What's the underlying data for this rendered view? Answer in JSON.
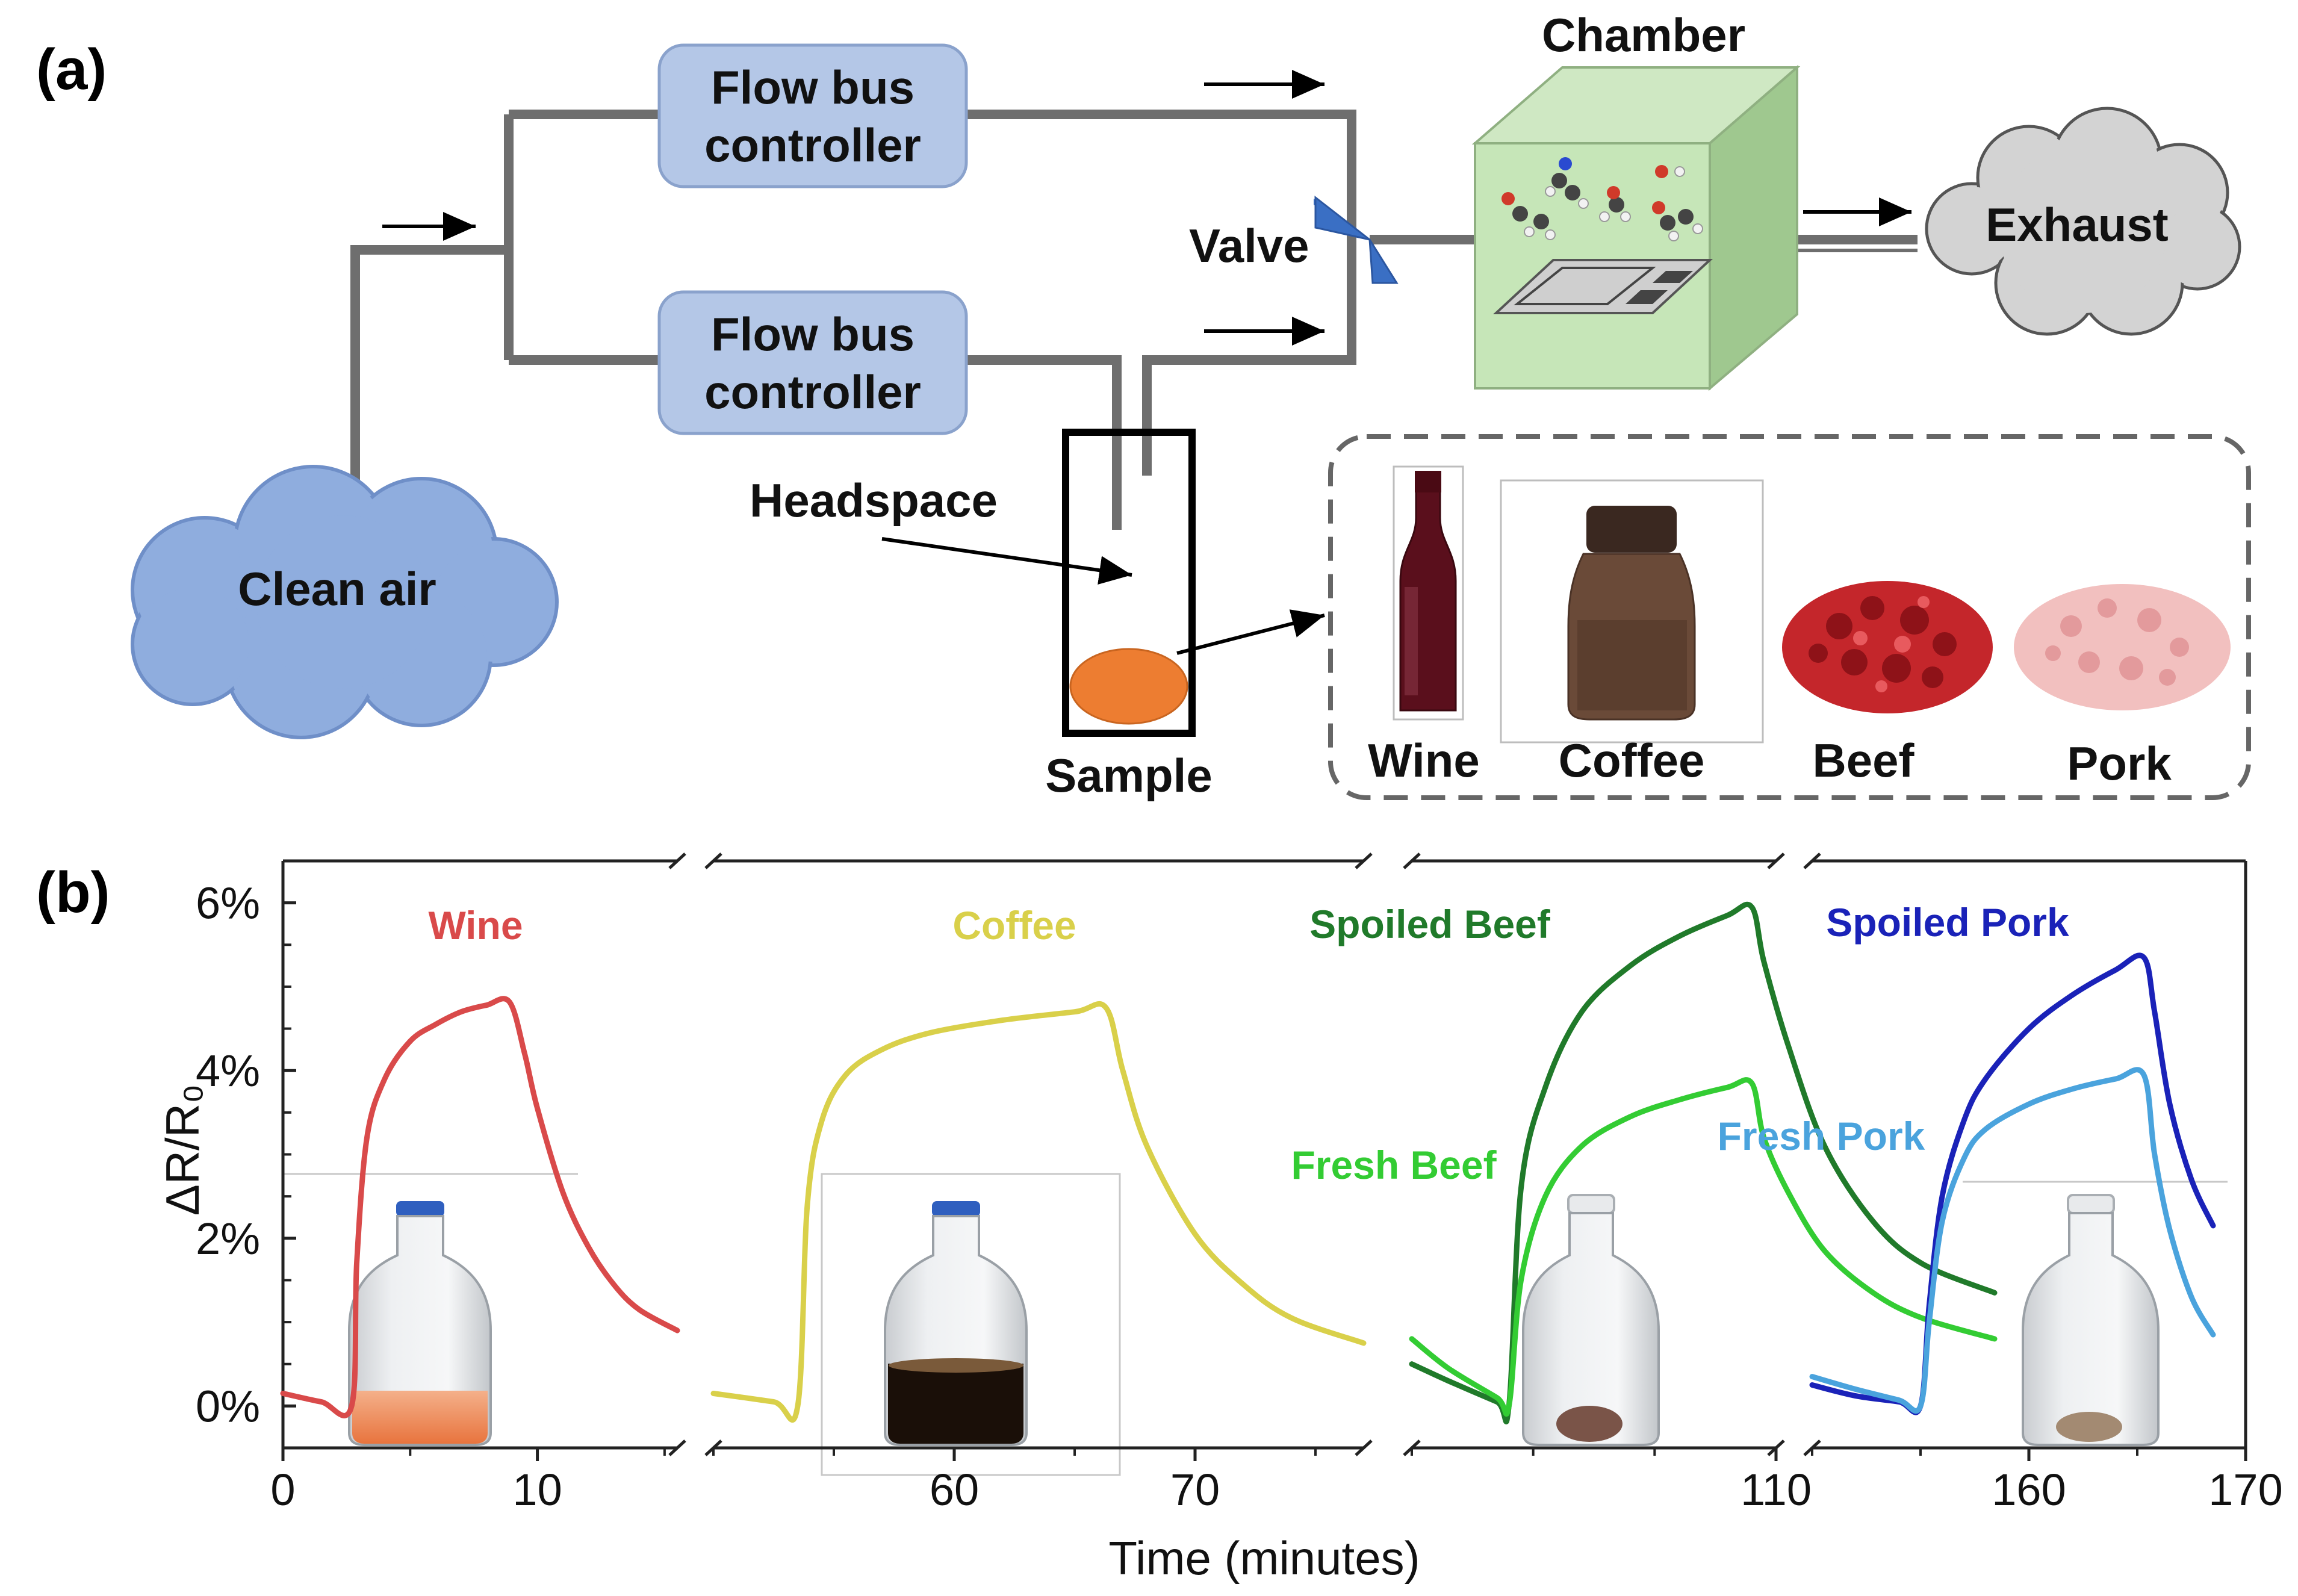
{
  "panel_a": {
    "label": "(a)",
    "clean_air": "Clean air",
    "controller_top": [
      "Flow bus",
      "controller"
    ],
    "controller_bottom": [
      "Flow bus",
      "controller"
    ],
    "valve": "Valve",
    "chamber": "Chamber",
    "exhaust": "Exhaust",
    "headspace": "Headspace",
    "sample": "Sample",
    "samples": [
      "Wine",
      "Coffee",
      "Beef",
      "Pork"
    ]
  },
  "panel_b": {
    "label": "(b)"
  },
  "chart_data": {
    "type": "line",
    "xlabel": "Time (minutes)",
    "ylabel": "ΔR/R₀",
    "ylim": [
      -0.5,
      6.5
    ],
    "yticks": [
      "0%",
      "2%",
      "4%",
      "6%"
    ],
    "x_axis": "broken into four segments",
    "segments": [
      {
        "xlim": [
          0,
          15.5
        ],
        "ticks": [
          "0",
          "10"
        ]
      },
      {
        "xlim": [
          50,
          77
        ],
        "ticks": [
          "60",
          "70"
        ]
      },
      {
        "xlim": [
          95,
          110
        ],
        "ticks": [
          "110"
        ]
      },
      {
        "xlim": [
          150,
          170
        ],
        "ticks": [
          "160",
          "170"
        ]
      }
    ],
    "series": [
      {
        "name": "Wine",
        "color": "#d94a4a",
        "segment": 0,
        "x": [
          0,
          1.5,
          2.7,
          2.9,
          3.3,
          4,
          5,
          6,
          7,
          8,
          8.9,
          9.5,
          10,
          11,
          12,
          13,
          14,
          15.5
        ],
        "y": [
          0.15,
          0.05,
          0.0,
          1.7,
          3.2,
          3.9,
          4.35,
          4.55,
          4.7,
          4.78,
          4.82,
          4.2,
          3.55,
          2.55,
          1.9,
          1.45,
          1.15,
          0.9
        ]
      },
      {
        "name": "Coffee",
        "color": "#d9d04a",
        "segment": 1,
        "x": [
          50,
          52.5,
          53.5,
          53.9,
          54.5,
          55.5,
          57,
          59,
          62,
          65,
          66.3,
          67,
          68,
          70,
          72,
          74,
          77
        ],
        "y": [
          0.15,
          0.05,
          0.0,
          2.4,
          3.4,
          3.95,
          4.25,
          4.45,
          4.6,
          4.7,
          4.75,
          4.0,
          3.1,
          2.05,
          1.45,
          1.05,
          0.75
        ]
      },
      {
        "name": "Spoiled Beef",
        "color": "#207a2a",
        "segment": 2,
        "x": [
          95,
          96.5,
          98.5,
          99,
          99.5,
          100.5,
          102,
          104,
          106,
          108,
          109,
          109.5,
          110.5,
          112,
          114,
          116,
          119
        ],
        "y": [
          0.5,
          0.3,
          0.05,
          0.0,
          2.6,
          3.8,
          4.7,
          5.25,
          5.6,
          5.85,
          5.95,
          5.3,
          4.3,
          3.1,
          2.2,
          1.7,
          1.35
        ]
      },
      {
        "name": "Fresh Beef",
        "color": "#33cc33",
        "segment": 2,
        "x": [
          95,
          96.5,
          98.5,
          99,
          99.5,
          100.5,
          102,
          104,
          106,
          108,
          109,
          109.5,
          110.5,
          112,
          114,
          116,
          119
        ],
        "y": [
          0.8,
          0.45,
          0.1,
          0.0,
          1.5,
          2.5,
          3.1,
          3.45,
          3.65,
          3.8,
          3.85,
          3.2,
          2.55,
          1.85,
          1.35,
          1.05,
          0.8
        ]
      },
      {
        "name": "Spoiled Pork",
        "color": "#1a22b8",
        "segment": 3,
        "x": [
          150,
          152,
          154,
          155,
          155.4,
          156,
          157,
          158,
          160,
          162,
          164,
          165.3,
          165.8,
          166.5,
          167.5,
          168.5
        ],
        "y": [
          0.25,
          0.12,
          0.05,
          0.0,
          1.2,
          2.5,
          3.4,
          3.9,
          4.5,
          4.9,
          5.2,
          5.35,
          4.7,
          3.6,
          2.7,
          2.15
        ]
      },
      {
        "name": "Fresh Pork",
        "color": "#4aa3dd",
        "segment": 3,
        "x": [
          150,
          152,
          154,
          155,
          155.4,
          156,
          157,
          158,
          160,
          162,
          164,
          165.3,
          165.8,
          166.5,
          167.5,
          168.5
        ],
        "y": [
          0.35,
          0.2,
          0.07,
          0.0,
          1.0,
          2.2,
          2.95,
          3.3,
          3.6,
          3.78,
          3.9,
          3.95,
          3.0,
          2.1,
          1.3,
          0.85
        ]
      }
    ]
  }
}
